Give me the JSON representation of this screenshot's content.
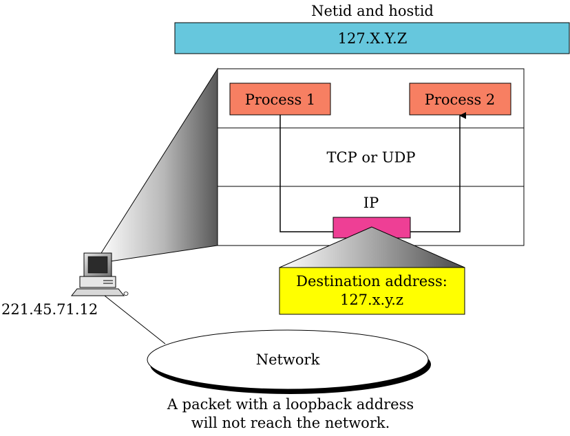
{
  "header_label": "Netid and hostid",
  "address_bar": {
    "text": "127.X.Y.Z",
    "color": "#66c7dd"
  },
  "process_1": {
    "label": "Process 1",
    "color": "#f77f62"
  },
  "process_2": {
    "label": "Process 2",
    "color": "#f77f62"
  },
  "transport_layer": "TCP or UDP",
  "ip_layer": {
    "label": "IP",
    "marker_color": "#ee3f95"
  },
  "destination_box": {
    "line1": "Destination address:",
    "line2": "127.x.y.z",
    "color": "#ffff00"
  },
  "host_address": "221.45.71.12",
  "network_label": "Network",
  "caption": {
    "line1": "A packet with a loopback address",
    "line2": "will not reach the network."
  },
  "icons": {
    "computer": "desktop-computer-icon"
  }
}
